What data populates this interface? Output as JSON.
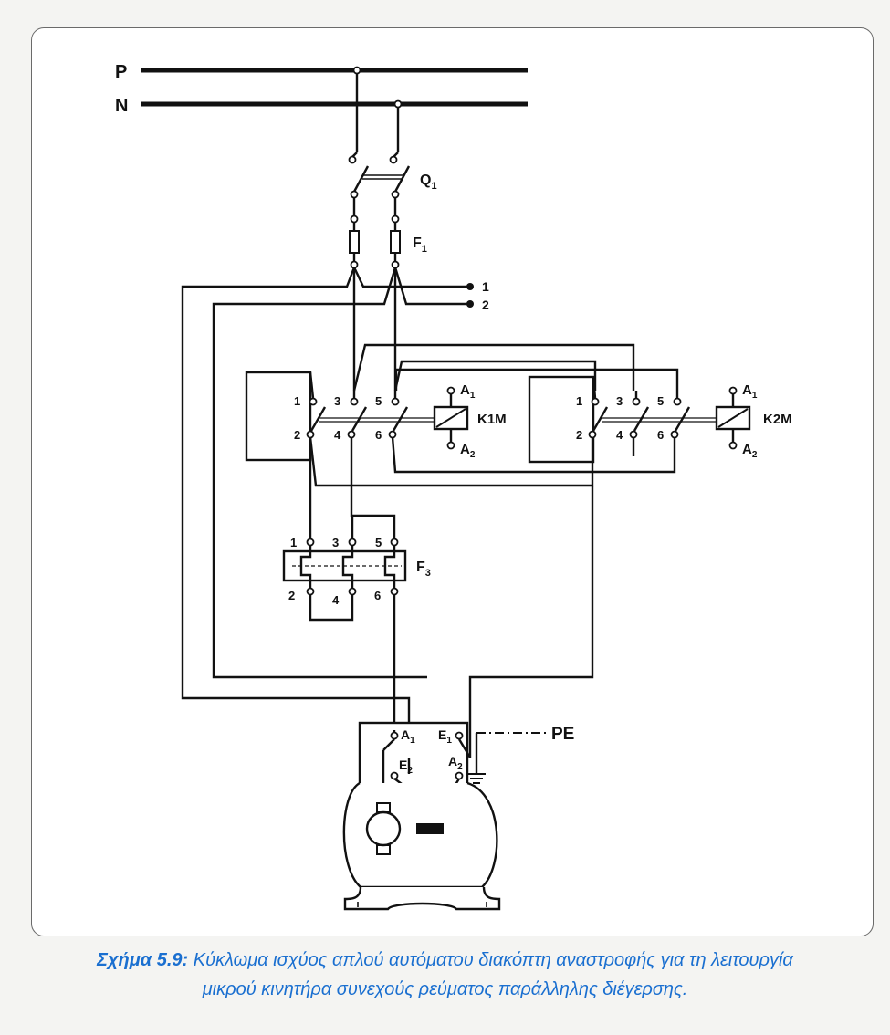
{
  "diagram": {
    "bus": {
      "p": "P",
      "n": "N"
    },
    "breaker": {
      "name": "Q",
      "sub": "1"
    },
    "fuse": {
      "name": "F",
      "sub": "1"
    },
    "control_terminals": [
      "1",
      "2"
    ],
    "contactor1": {
      "name": "K1M",
      "top_terminals": [
        "1",
        "3",
        "5"
      ],
      "bottom_terminals": [
        "2",
        "4",
        "6"
      ],
      "coil_a1": "A",
      "coil_a1_sub": "1",
      "coil_a2": "A",
      "coil_a2_sub": "2"
    },
    "contactor2": {
      "name": "K2M",
      "top_terminals": [
        "1",
        "3",
        "5"
      ],
      "bottom_terminals": [
        "2",
        "4",
        "6"
      ],
      "coil_a1": "A",
      "coil_a1_sub": "1",
      "coil_a2": "A",
      "coil_a2_sub": "2"
    },
    "overload": {
      "name": "F",
      "sub": "3",
      "top_terminals": [
        "1",
        "3",
        "5"
      ],
      "bottom_terminals": [
        "2",
        "4",
        "6"
      ]
    },
    "motor": {
      "a1": "A",
      "a1_sub": "1",
      "e1": "E",
      "e1_sub": "1",
      "e2": "E",
      "e2_sub": "2",
      "a2": "A",
      "a2_sub": "2",
      "pe": "PE"
    }
  },
  "caption": {
    "label": "Σχήμα 5.9:",
    "line1": "Κύκλωμα ισχύος απλού αυτόματου διακόπτη αναστροφής για τη λειτουργία",
    "line2": "μικρού κινητήρα συνεχούς ρεύματος παράλληλης διέγερσης."
  }
}
